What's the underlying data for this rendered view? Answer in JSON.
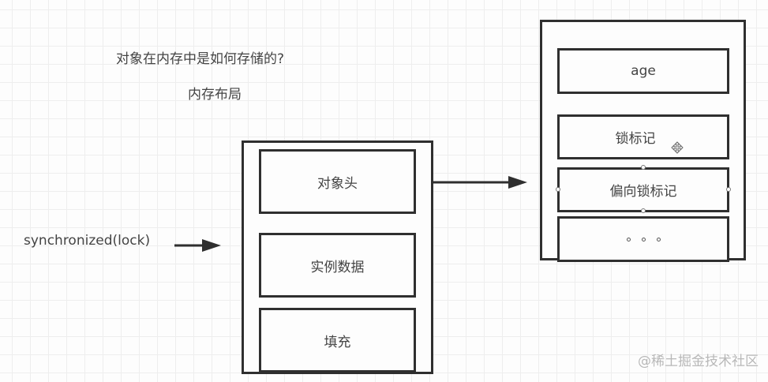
{
  "title": "对象在内存中是如何存储的?",
  "subtitle": "内存布局",
  "left_label": "synchronized(lock)",
  "object_layout": {
    "cells": [
      {
        "id": "header",
        "label": "对象头"
      },
      {
        "id": "instance-data",
        "label": "实例数据"
      },
      {
        "id": "padding",
        "label": "填充"
      }
    ]
  },
  "header_detail": {
    "cells": [
      {
        "id": "age",
        "label": "age"
      },
      {
        "id": "lock-flag",
        "label": "锁标记"
      },
      {
        "id": "biased-lock-flag",
        "label": "偏向锁标记",
        "selected": true
      },
      {
        "id": "more",
        "label": "..."
      }
    ]
  },
  "watermark": "@稀土掘金技术社区",
  "colors": {
    "stroke": "#2f2f2f",
    "text": "#444444",
    "grid": "#eeeeee",
    "watermark": "#b8b8b8"
  }
}
